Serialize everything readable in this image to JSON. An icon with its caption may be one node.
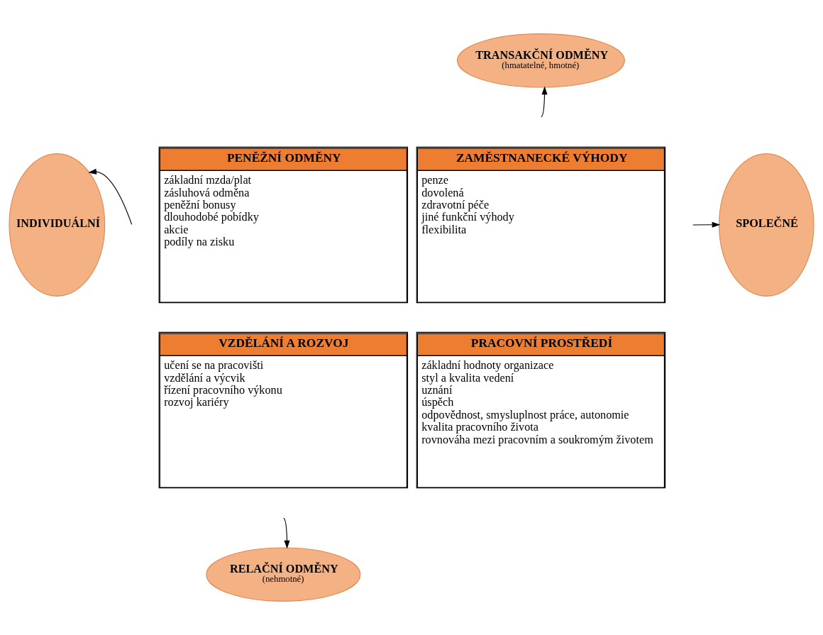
{
  "diagram": {
    "nodes": [
      {
        "text": [
          "TRANSAKČNÍ ODMĚNY",
          "(hmatatelné, hmotné)"
        ]
      },
      {
        "text": [
          "INDIVIDUÁLNÍ"
        ]
      },
      {
        "text": [
          "PENĚŽNÍ ODMĚNY",
          "základní mzda/plat",
          "zásluhová odměna",
          "peněžní bonusy",
          "dlouhodobé pobídky",
          "akcie",
          "podíly na zisku"
        ]
      },
      {
        "text": [
          "ZAMĚSTNANECKÉ VÝHODY",
          "penze",
          "dovolená",
          "zdravotní péče",
          "jiné funkční výhody",
          "flexibilita"
        ]
      },
      {
        "text": [
          "SPOLEČNÉ"
        ]
      },
      {
        "text": [
          "VZDĚLÁNÍ A ROZVOJ",
          "učení se na pracovišti",
          "vzdělání a výcvik",
          "řízení pracovního výkonu",
          "rozvoj kariéry"
        ]
      },
      {
        "text": [
          "PRACOVNÍ PROSTŘEDÍ",
          "základní hodnoty organizace",
          "styl a kvalita vedení",
          "uznání",
          "úspěch",
          "odpovědnost, smysluplnost práce, autonomie",
          "kvalita pracovního života",
          "rovnováha mezi pracovním a soukromým životem"
        ]
      },
      {
        "text": [
          "RELAČNÍ ODMĚNY",
          "(nehmotné)"
        ]
      }
    ],
    "edges": [
      {
        "from": null,
        "to": 0,
        "arrow": "to"
      },
      {
        "from": null,
        "to": 1,
        "arrow": "to"
      },
      {
        "from": null,
        "to": 4,
        "arrow": "to"
      },
      {
        "from": null,
        "to": 7,
        "arrow": "to"
      }
    ]
  }
}
